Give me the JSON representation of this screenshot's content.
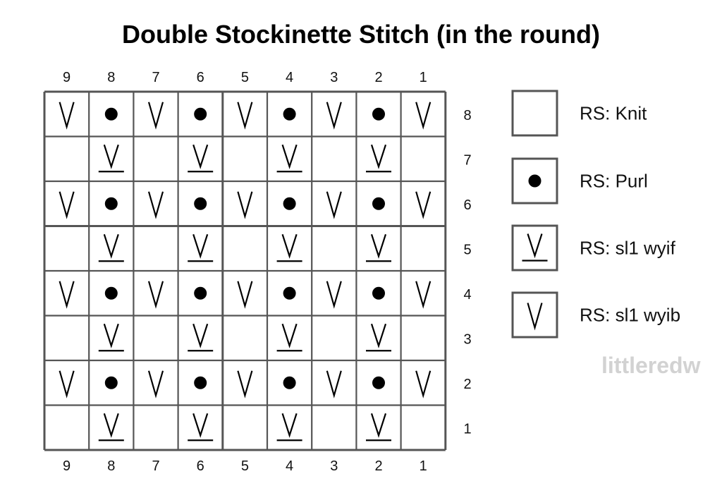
{
  "title": "Double Stockinette Stitch (in the round)",
  "column_numbers": [
    "9",
    "8",
    "7",
    "6",
    "5",
    "4",
    "3",
    "2",
    "1"
  ],
  "row_numbers": [
    "8",
    "7",
    "6",
    "5",
    "4",
    "3",
    "2",
    "1"
  ],
  "chart_rows": [
    [
      "wyib",
      "purl",
      "wyib",
      "purl",
      "wyib",
      "purl",
      "wyib",
      "purl",
      "wyib"
    ],
    [
      "knit",
      "wyif",
      "knit",
      "wyif",
      "knit",
      "wyif",
      "knit",
      "wyif",
      "knit"
    ],
    [
      "wyib",
      "purl",
      "wyib",
      "purl",
      "wyib",
      "purl",
      "wyib",
      "purl",
      "wyib"
    ],
    [
      "knit",
      "wyif",
      "knit",
      "wyif",
      "knit",
      "wyif",
      "knit",
      "wyif",
      "knit"
    ],
    [
      "wyib",
      "purl",
      "wyib",
      "purl",
      "wyib",
      "purl",
      "wyib",
      "purl",
      "wyib"
    ],
    [
      "knit",
      "wyif",
      "knit",
      "wyif",
      "knit",
      "wyif",
      "knit",
      "wyif",
      "knit"
    ],
    [
      "wyib",
      "purl",
      "wyib",
      "purl",
      "wyib",
      "purl",
      "wyib",
      "purl",
      "wyib"
    ],
    [
      "knit",
      "wyif",
      "knit",
      "wyif",
      "knit",
      "wyif",
      "knit",
      "wyif",
      "knit"
    ]
  ],
  "legend": [
    {
      "symbol": "knit",
      "label": "RS: Knit"
    },
    {
      "symbol": "purl",
      "label": "RS: Purl"
    },
    {
      "symbol": "wyif",
      "label": "RS: sl1 wyif"
    },
    {
      "symbol": "wyib",
      "label": "RS: sl1 wyib"
    }
  ],
  "watermark": "littleredw",
  "colors": {
    "grid": "#555555",
    "ink": "#000000",
    "watermark": "#d2d2d2"
  }
}
